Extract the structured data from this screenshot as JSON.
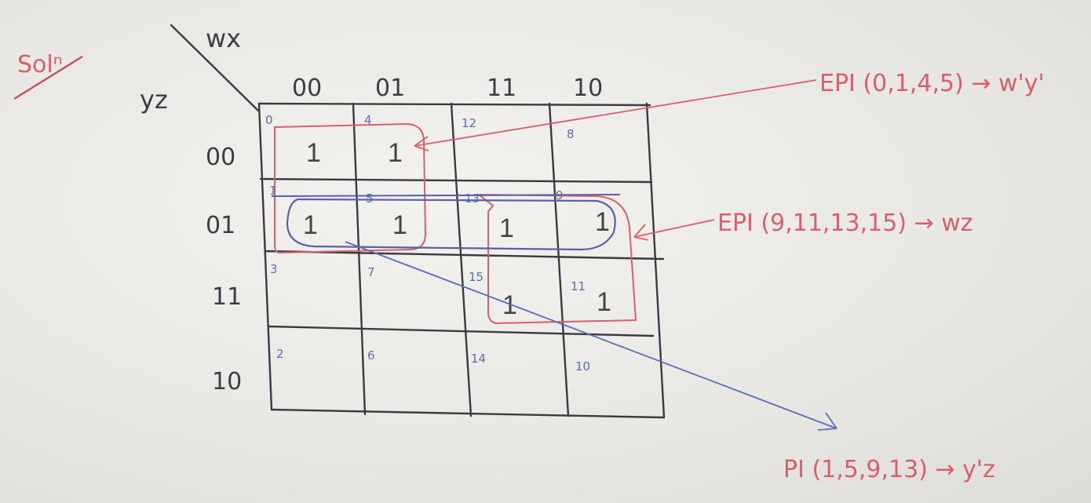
{
  "heading": "Solⁿ",
  "var_cols": "wx",
  "var_rows": "yz",
  "col_headers": [
    "00",
    "01",
    "11",
    "10"
  ],
  "row_headers": [
    "00",
    "01",
    "11",
    "10"
  ],
  "cells": [
    [
      "0",
      "4",
      "12",
      "8"
    ],
    [
      "1",
      "5",
      "13",
      "9"
    ],
    [
      "3",
      "7",
      "15",
      "11"
    ],
    [
      "2",
      "6",
      "14",
      "10"
    ]
  ],
  "ones": [
    [
      true,
      true,
      false,
      false
    ],
    [
      true,
      true,
      true,
      true
    ],
    [
      false,
      false,
      true,
      true
    ],
    [
      false,
      false,
      false,
      false
    ]
  ],
  "one_label": "1",
  "annotations": {
    "epi1": "EPI (0,1,4,5) → w'y'",
    "epi2": "EPI (9,11,13,15) → wz",
    "pi": "PI (1,5,9,13) → y'z"
  },
  "colors": {
    "ink": "#3a3a40",
    "red": "#d8606a",
    "blue": "#5a6fb4",
    "paper": "#eceae6"
  }
}
